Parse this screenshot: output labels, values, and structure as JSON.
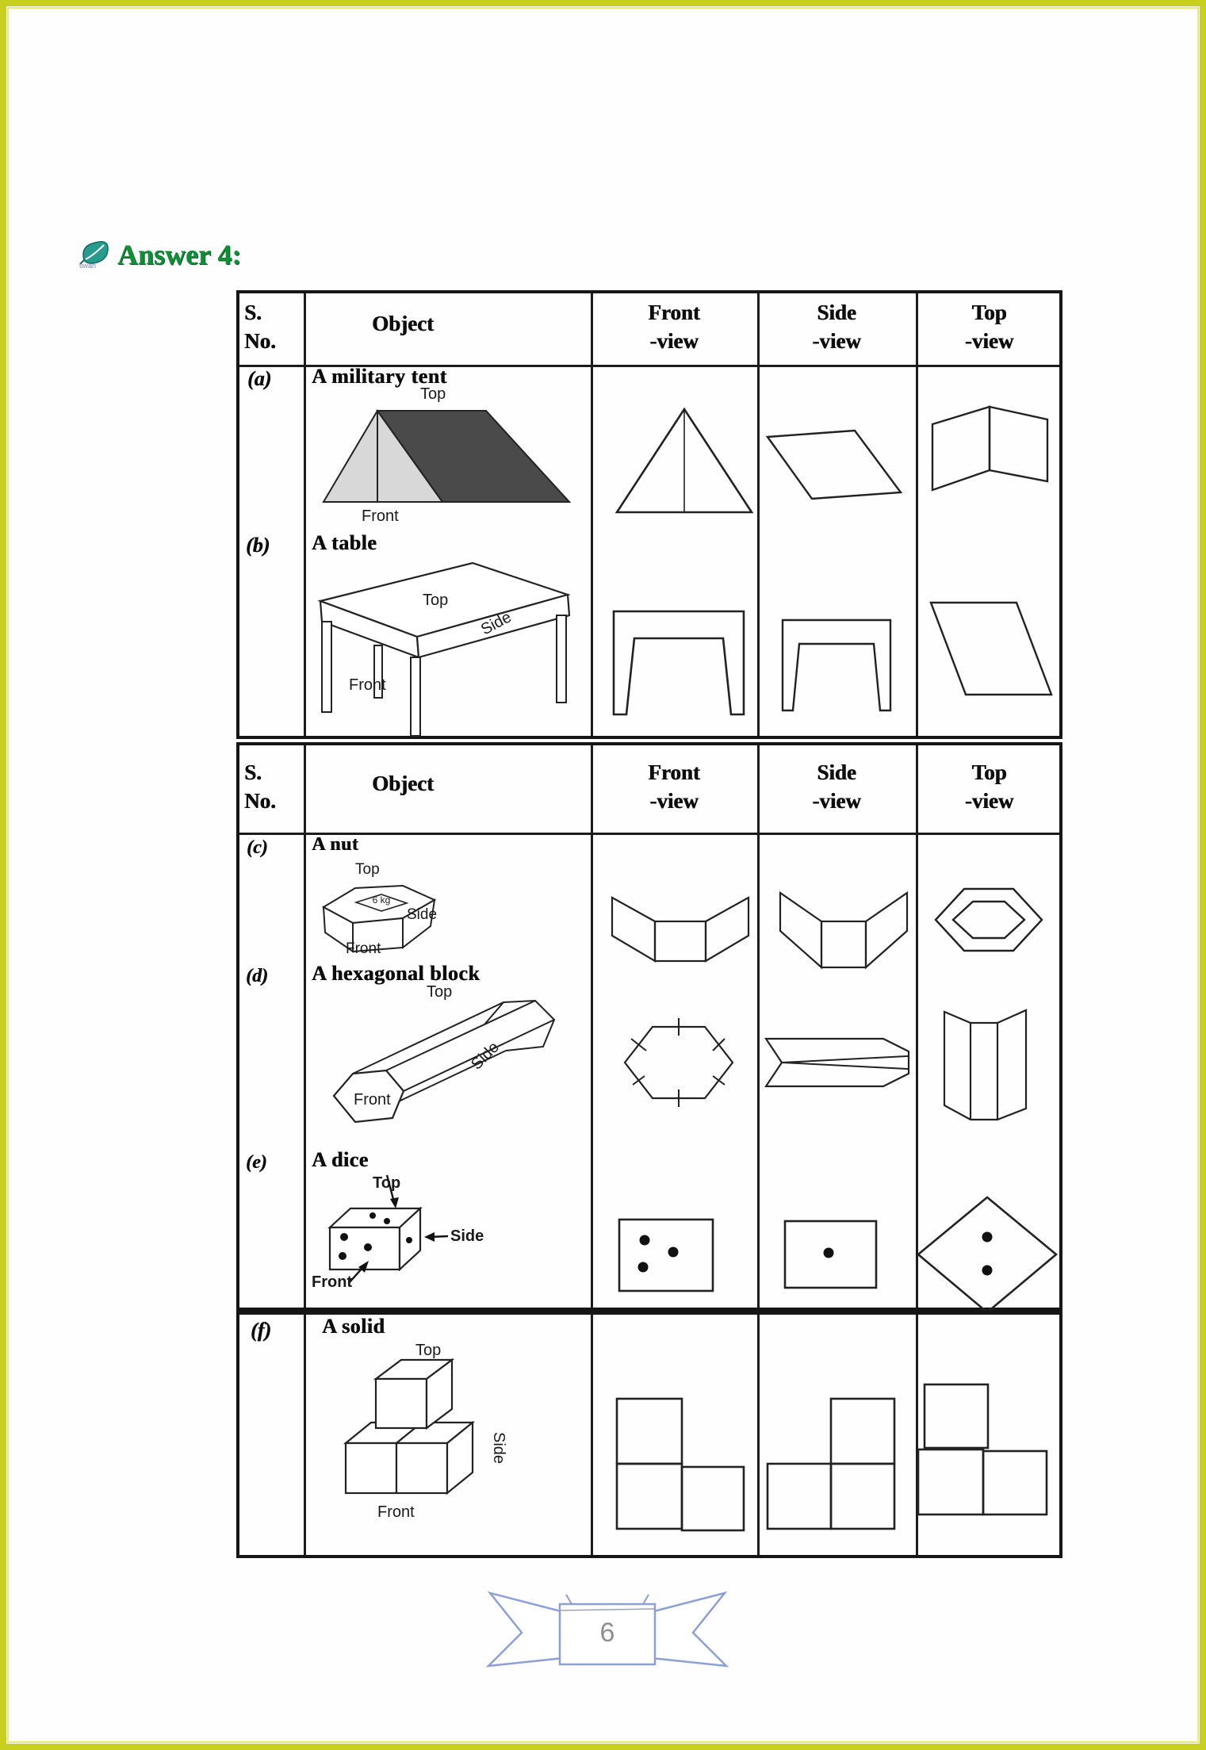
{
  "page": {
    "heading": "Answer 4:",
    "logo": "tiwari",
    "page_number": "6"
  },
  "header": {
    "sno1": "S.",
    "sno2": "No.",
    "object": "Object",
    "front1": "Front",
    "front2": "-view",
    "side1": "Side",
    "side2": "-view",
    "top1": "Top",
    "top2": "-view"
  },
  "rows": {
    "a": {
      "sno": "(a)",
      "title": "A military tent",
      "top": "Top",
      "front": "Front"
    },
    "b": {
      "sno": "(b)",
      "title": "A table",
      "top": "Top",
      "side": "Side",
      "front": "Front"
    },
    "c": {
      "sno": "(c)",
      "title": "A nut",
      "top": "Top",
      "side": "Side",
      "front": "Front",
      "weight": "6 kg"
    },
    "d": {
      "sno": "(d)",
      "title": "A hexagonal block",
      "top": "Top",
      "side": "Side",
      "front": "Front"
    },
    "e": {
      "sno": "(e)",
      "title": "A dice",
      "top": "Top",
      "side": "Side",
      "front": "Front"
    },
    "f": {
      "sno": "(f)",
      "title": "A solid",
      "top": "Top",
      "side": "Side",
      "front": "Front"
    }
  }
}
